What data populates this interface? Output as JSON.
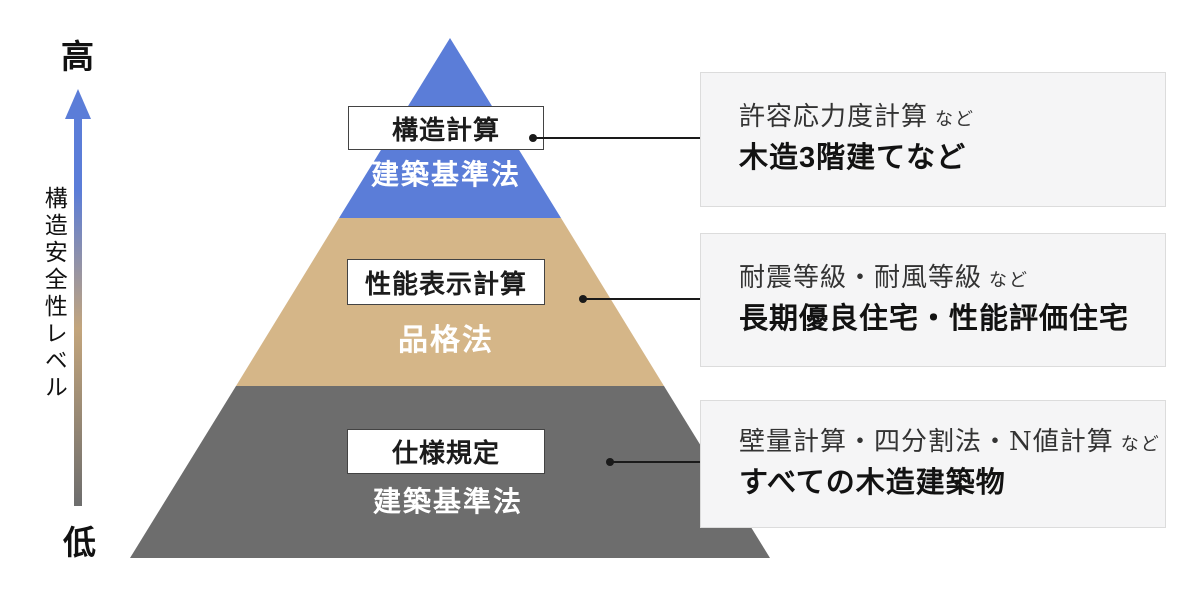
{
  "axis": {
    "high": "高",
    "low": "低",
    "title": "構造安全性レベル"
  },
  "pyramid": {
    "tiers": [
      {
        "name": "構造計算",
        "law": "建築基準法"
      },
      {
        "name": "性能表示計算",
        "law": "品格法"
      },
      {
        "name": "仕様規定",
        "law": "建築基準法"
      }
    ]
  },
  "info_boxes": [
    {
      "methods": "許容応力度計算",
      "suffix": "など",
      "applies_to": "木造3階建てなど"
    },
    {
      "methods": "耐震等級・耐風等級",
      "suffix": "など",
      "applies_to": "長期優良住宅・性能評価住宅"
    },
    {
      "methods": "壁量計算・四分割法・N値計算",
      "suffix": "など",
      "applies_to": "すべての木造建築物"
    }
  ],
  "colors": {
    "tier_top": "#5b7dd8",
    "tier_middle": "#d5b688",
    "tier_bottom": "#6d6d6d",
    "arrow_top": "#5b7dd8",
    "arrow_middle": "#c3a57c",
    "arrow_bottom": "#6d6d6d"
  }
}
